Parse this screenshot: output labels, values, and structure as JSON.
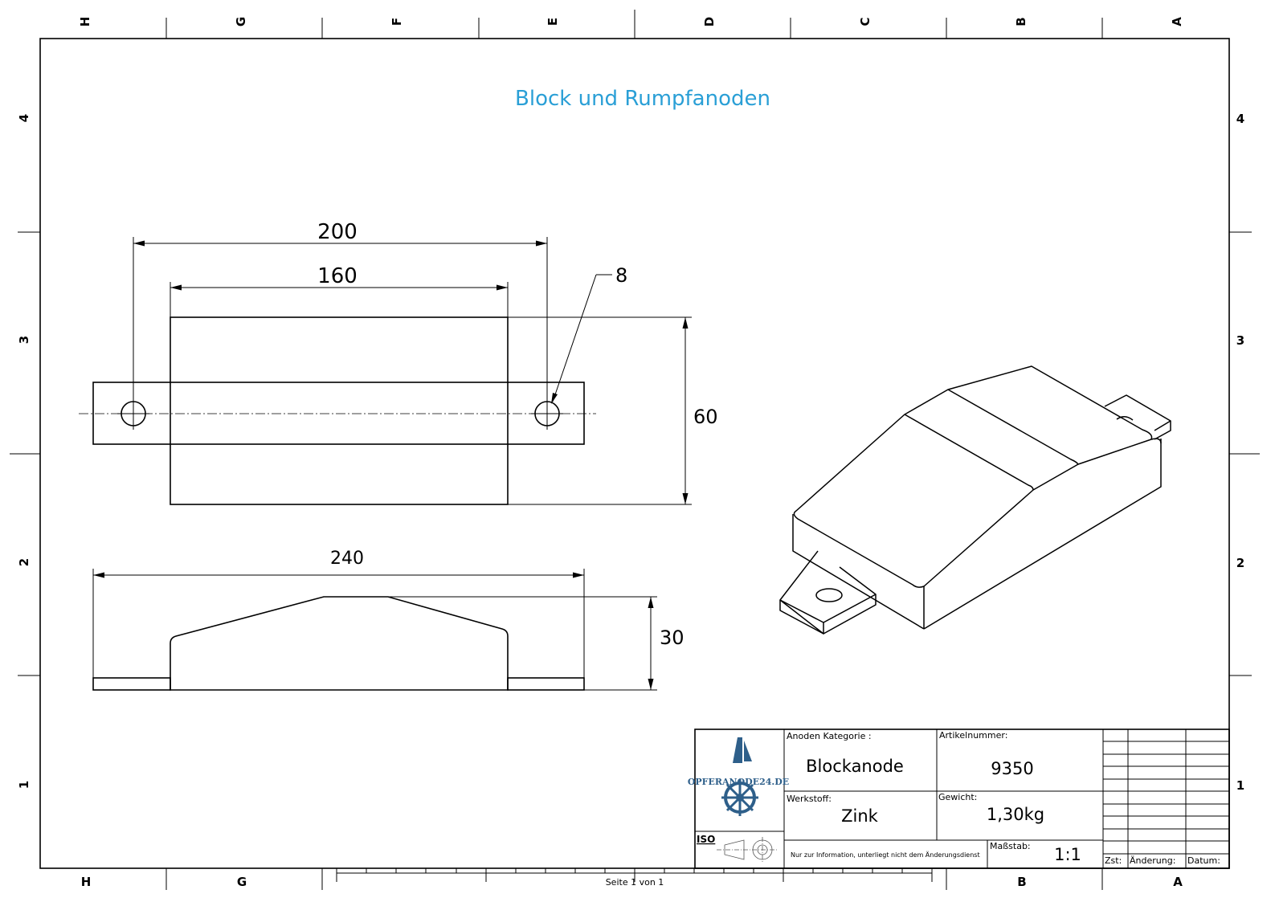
{
  "drawing": {
    "title": "Block und Rumpfanoden",
    "title_color": "#2a9fd6"
  },
  "frame": {
    "columns_top": [
      "H",
      "G",
      "F",
      "E",
      "D",
      "C",
      "B",
      "A"
    ],
    "columns_bottom": [
      "H",
      "G",
      "B",
      "A"
    ],
    "rows_left": [
      "4",
      "3",
      "2",
      "1"
    ],
    "rows_right": [
      "4",
      "3",
      "2",
      "1"
    ],
    "page_label": "Seite 1 von 1"
  },
  "dimensions": {
    "hole_spacing": "200",
    "body_width": "160",
    "hole_diameter": "8",
    "body_depth": "60",
    "overall_length": "240",
    "height": "30"
  },
  "title_block": {
    "category_label": "Anoden Kategorie :",
    "category_value": "Blockanode",
    "article_label": "Artikelnummer:",
    "article_value": "9350",
    "material_label": "Werkstoff:",
    "material_value": "Zink",
    "weight_label": "Gewicht:",
    "weight_value": "1,30kg",
    "iso_label": "ISO",
    "notice": "Nur zur Information, unterliegt nicht dem Änderungsdienst",
    "scale_label": "Maßstab:",
    "scale_value": "1:1",
    "revision_label": "Zst:",
    "change_label": "Änderung:",
    "date_label": "Datum:",
    "logo_text": "OPFERANODE24.DE",
    "logo_color": "#2e5f8a"
  }
}
